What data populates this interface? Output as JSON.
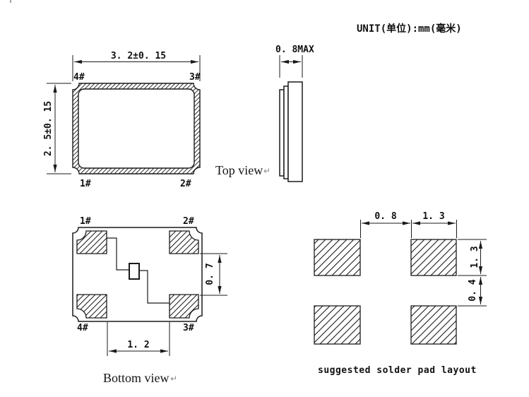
{
  "unit_note": "UNIT(单位):mm(毫米)",
  "top_view": {
    "label": "Top view",
    "return_mark": "↵",
    "dim_width": "3. 2±0. 15",
    "dim_height": "2. 5±0. 15",
    "pin_top_left": "4#",
    "pin_top_right": "3#",
    "pin_bottom_left": "1#",
    "pin_bottom_right": "2#"
  },
  "side_view": {
    "dim_thickness": "0. 8MAX"
  },
  "bottom_view": {
    "label": "Bottom view",
    "return_mark": "↵",
    "pin_top_left": "1#",
    "pin_top_right": "2#",
    "pin_bottom_left": "4#",
    "pin_bottom_right": "3#",
    "dim_inner_gap_vertical": "0. 7",
    "dim_inner_gap_horizontal": "1. 2"
  },
  "pad_layout": {
    "caption": "suggested solder pad layout",
    "dim_center_gap": "0. 8",
    "dim_pad_width": "1. 3",
    "dim_pad_height": "1. 3",
    "dim_row_gap": "0. 4"
  },
  "colors": {
    "line": "#1a1a1a",
    "text": "#111111",
    "return_mark": "#8a8a8a"
  }
}
